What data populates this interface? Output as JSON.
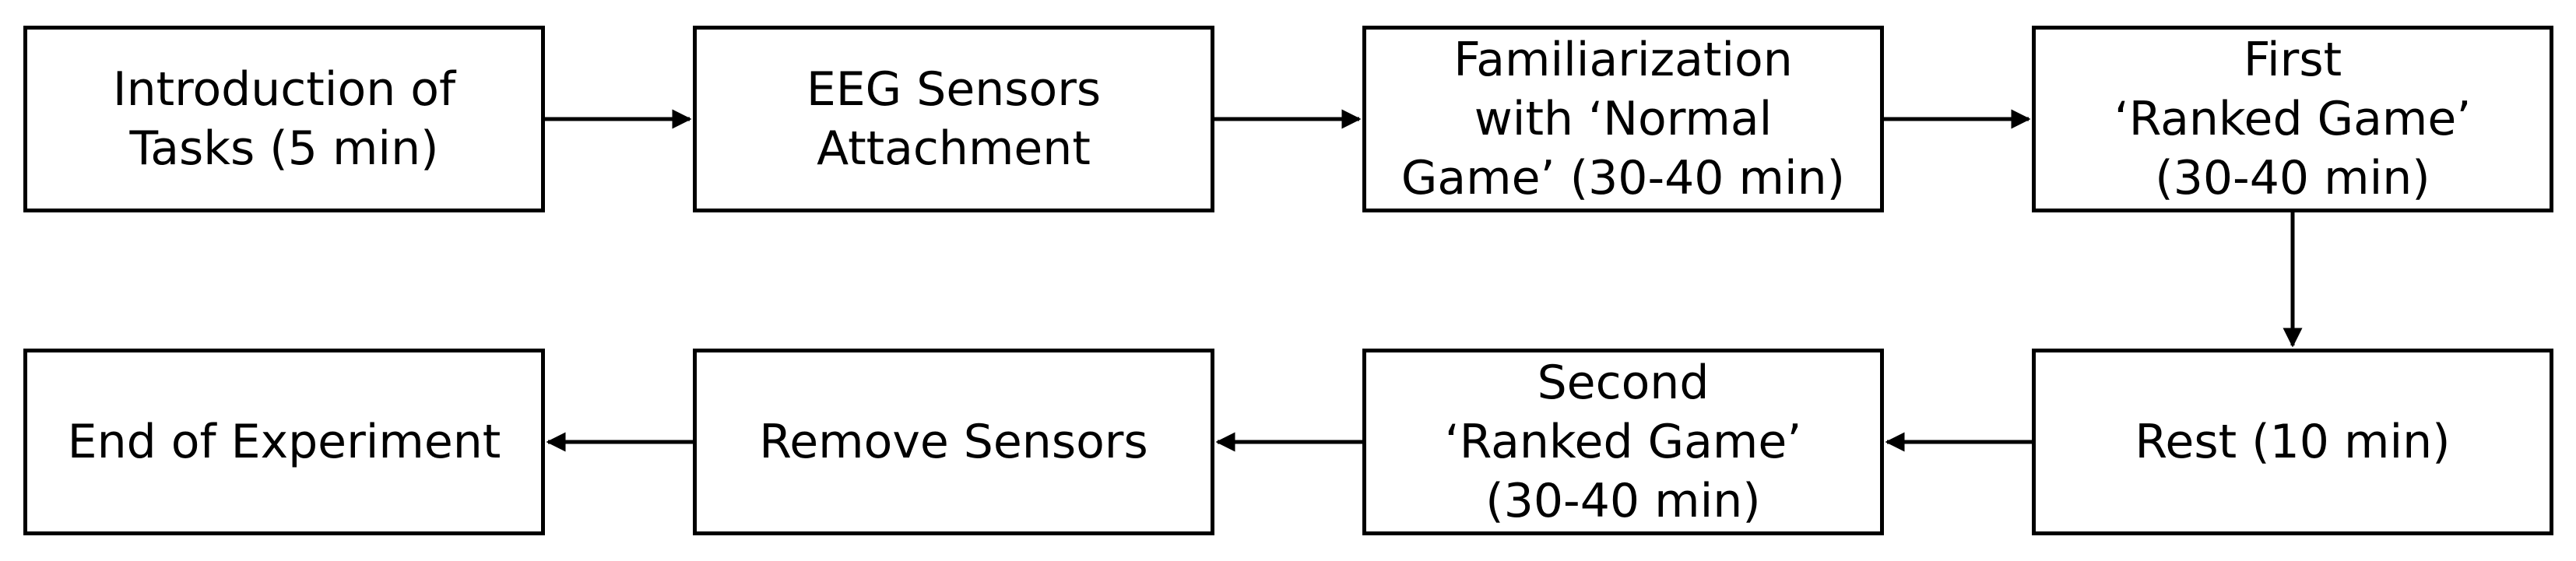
{
  "diagram": {
    "steps": [
      {
        "id": "intro",
        "label": "Introduction of\nTasks (5 min)"
      },
      {
        "id": "eeg",
        "label": "EEG Sensors\nAttachment"
      },
      {
        "id": "familiarization",
        "label": "Familiarization\nwith ‘Normal\nGame’ (30-40 min)"
      },
      {
        "id": "first-ranked",
        "label": "First\n‘Ranked Game’\n(30-40 min)"
      },
      {
        "id": "rest",
        "label": "Rest (10 min)"
      },
      {
        "id": "second-ranked",
        "label": "Second\n‘Ranked Game’\n(30-40 min)"
      },
      {
        "id": "remove",
        "label": "Remove Sensors"
      },
      {
        "id": "end",
        "label": "End of Experiment"
      }
    ],
    "flow": [
      "intro",
      "eeg",
      "familiarization",
      "first-ranked",
      "rest",
      "second-ranked",
      "remove",
      "end"
    ],
    "colors": {
      "stroke": "#000000",
      "fill": "#ffffff",
      "text": "#000000"
    }
  }
}
